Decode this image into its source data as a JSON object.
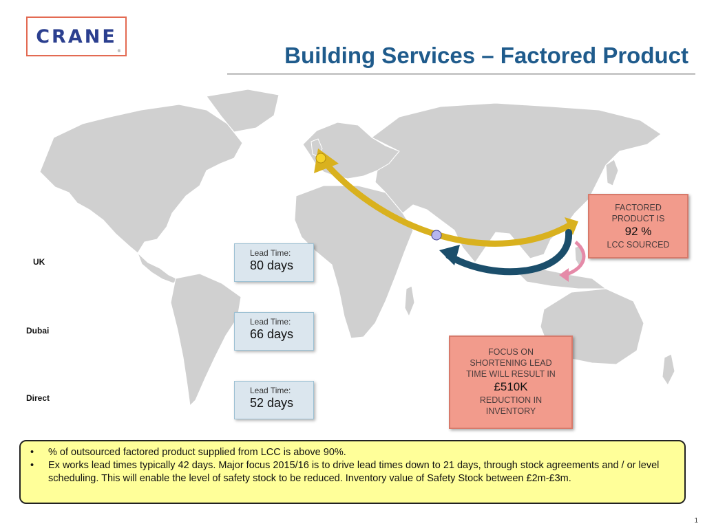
{
  "logo": {
    "text": "CRANE",
    "mark": "®"
  },
  "title": "Building Services – Factored Product",
  "routes": [
    {
      "label": "UK",
      "lead_time_label": "Lead Time:",
      "days": "80 days"
    },
    {
      "label": "Dubai",
      "lead_time_label": "Lead Time:",
      "days": "66 days"
    },
    {
      "label": "Direct",
      "lead_time_label": "Lead Time:",
      "days": "52 days"
    }
  ],
  "callout_lcc": {
    "line1": "FACTORED",
    "line2": "PRODUCT IS",
    "value": "92 %",
    "line3": "LCC SOURCED"
  },
  "callout_focus": {
    "line1": "FOCUS ON",
    "line2": "SHORTENING LEAD",
    "line3": "TIME WILL RESULT IN",
    "value": "£510K",
    "line4": "REDUCTION IN",
    "line5": "INVENTORY"
  },
  "notes": [
    "% of outsourced factored product supplied from LCC is above 90%.",
    "Ex works lead times typically 42 days. Major focus 2015/16 is to drive lead times down to 21 days, through stock agreements and / or level scheduling. This will enable the level of safety stock to be reduced. Inventory value of Safety Stock between £2m-£3m."
  ],
  "page_number": "1",
  "colors": {
    "title": "#1f5b8c",
    "map": "#d0d0d0",
    "arrow_uk": "#d9b11e",
    "arrow_dubai": "#1b4e6b",
    "arrow_direct": "#e58aa8",
    "callout": "#f29b8c",
    "notes_bg": "#ffff99"
  }
}
